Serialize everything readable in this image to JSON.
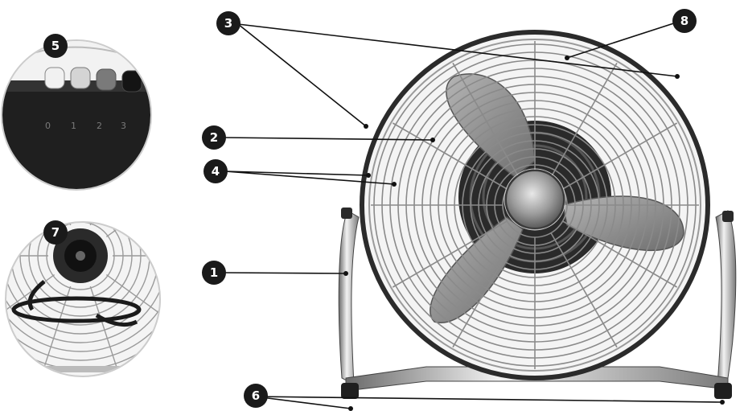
{
  "callouts": [
    {
      "id": "1",
      "label": "1"
    },
    {
      "id": "2",
      "label": "2"
    },
    {
      "id": "3",
      "label": "3"
    },
    {
      "id": "4",
      "label": "4"
    },
    {
      "id": "5",
      "label": "5"
    },
    {
      "id": "6",
      "label": "6"
    },
    {
      "id": "7",
      "label": "7"
    },
    {
      "id": "8",
      "label": "8"
    }
  ],
  "speed_buttons": [
    "0",
    "1",
    "2",
    "3"
  ],
  "colors": {
    "callout_fill": "#1a1a1a",
    "callout_text": "#ffffff",
    "chrome_light": "#e6e6e6",
    "chrome_dark": "#3a3a3a",
    "housing": "#1e1e1e",
    "blade": "#8c8c8c"
  }
}
